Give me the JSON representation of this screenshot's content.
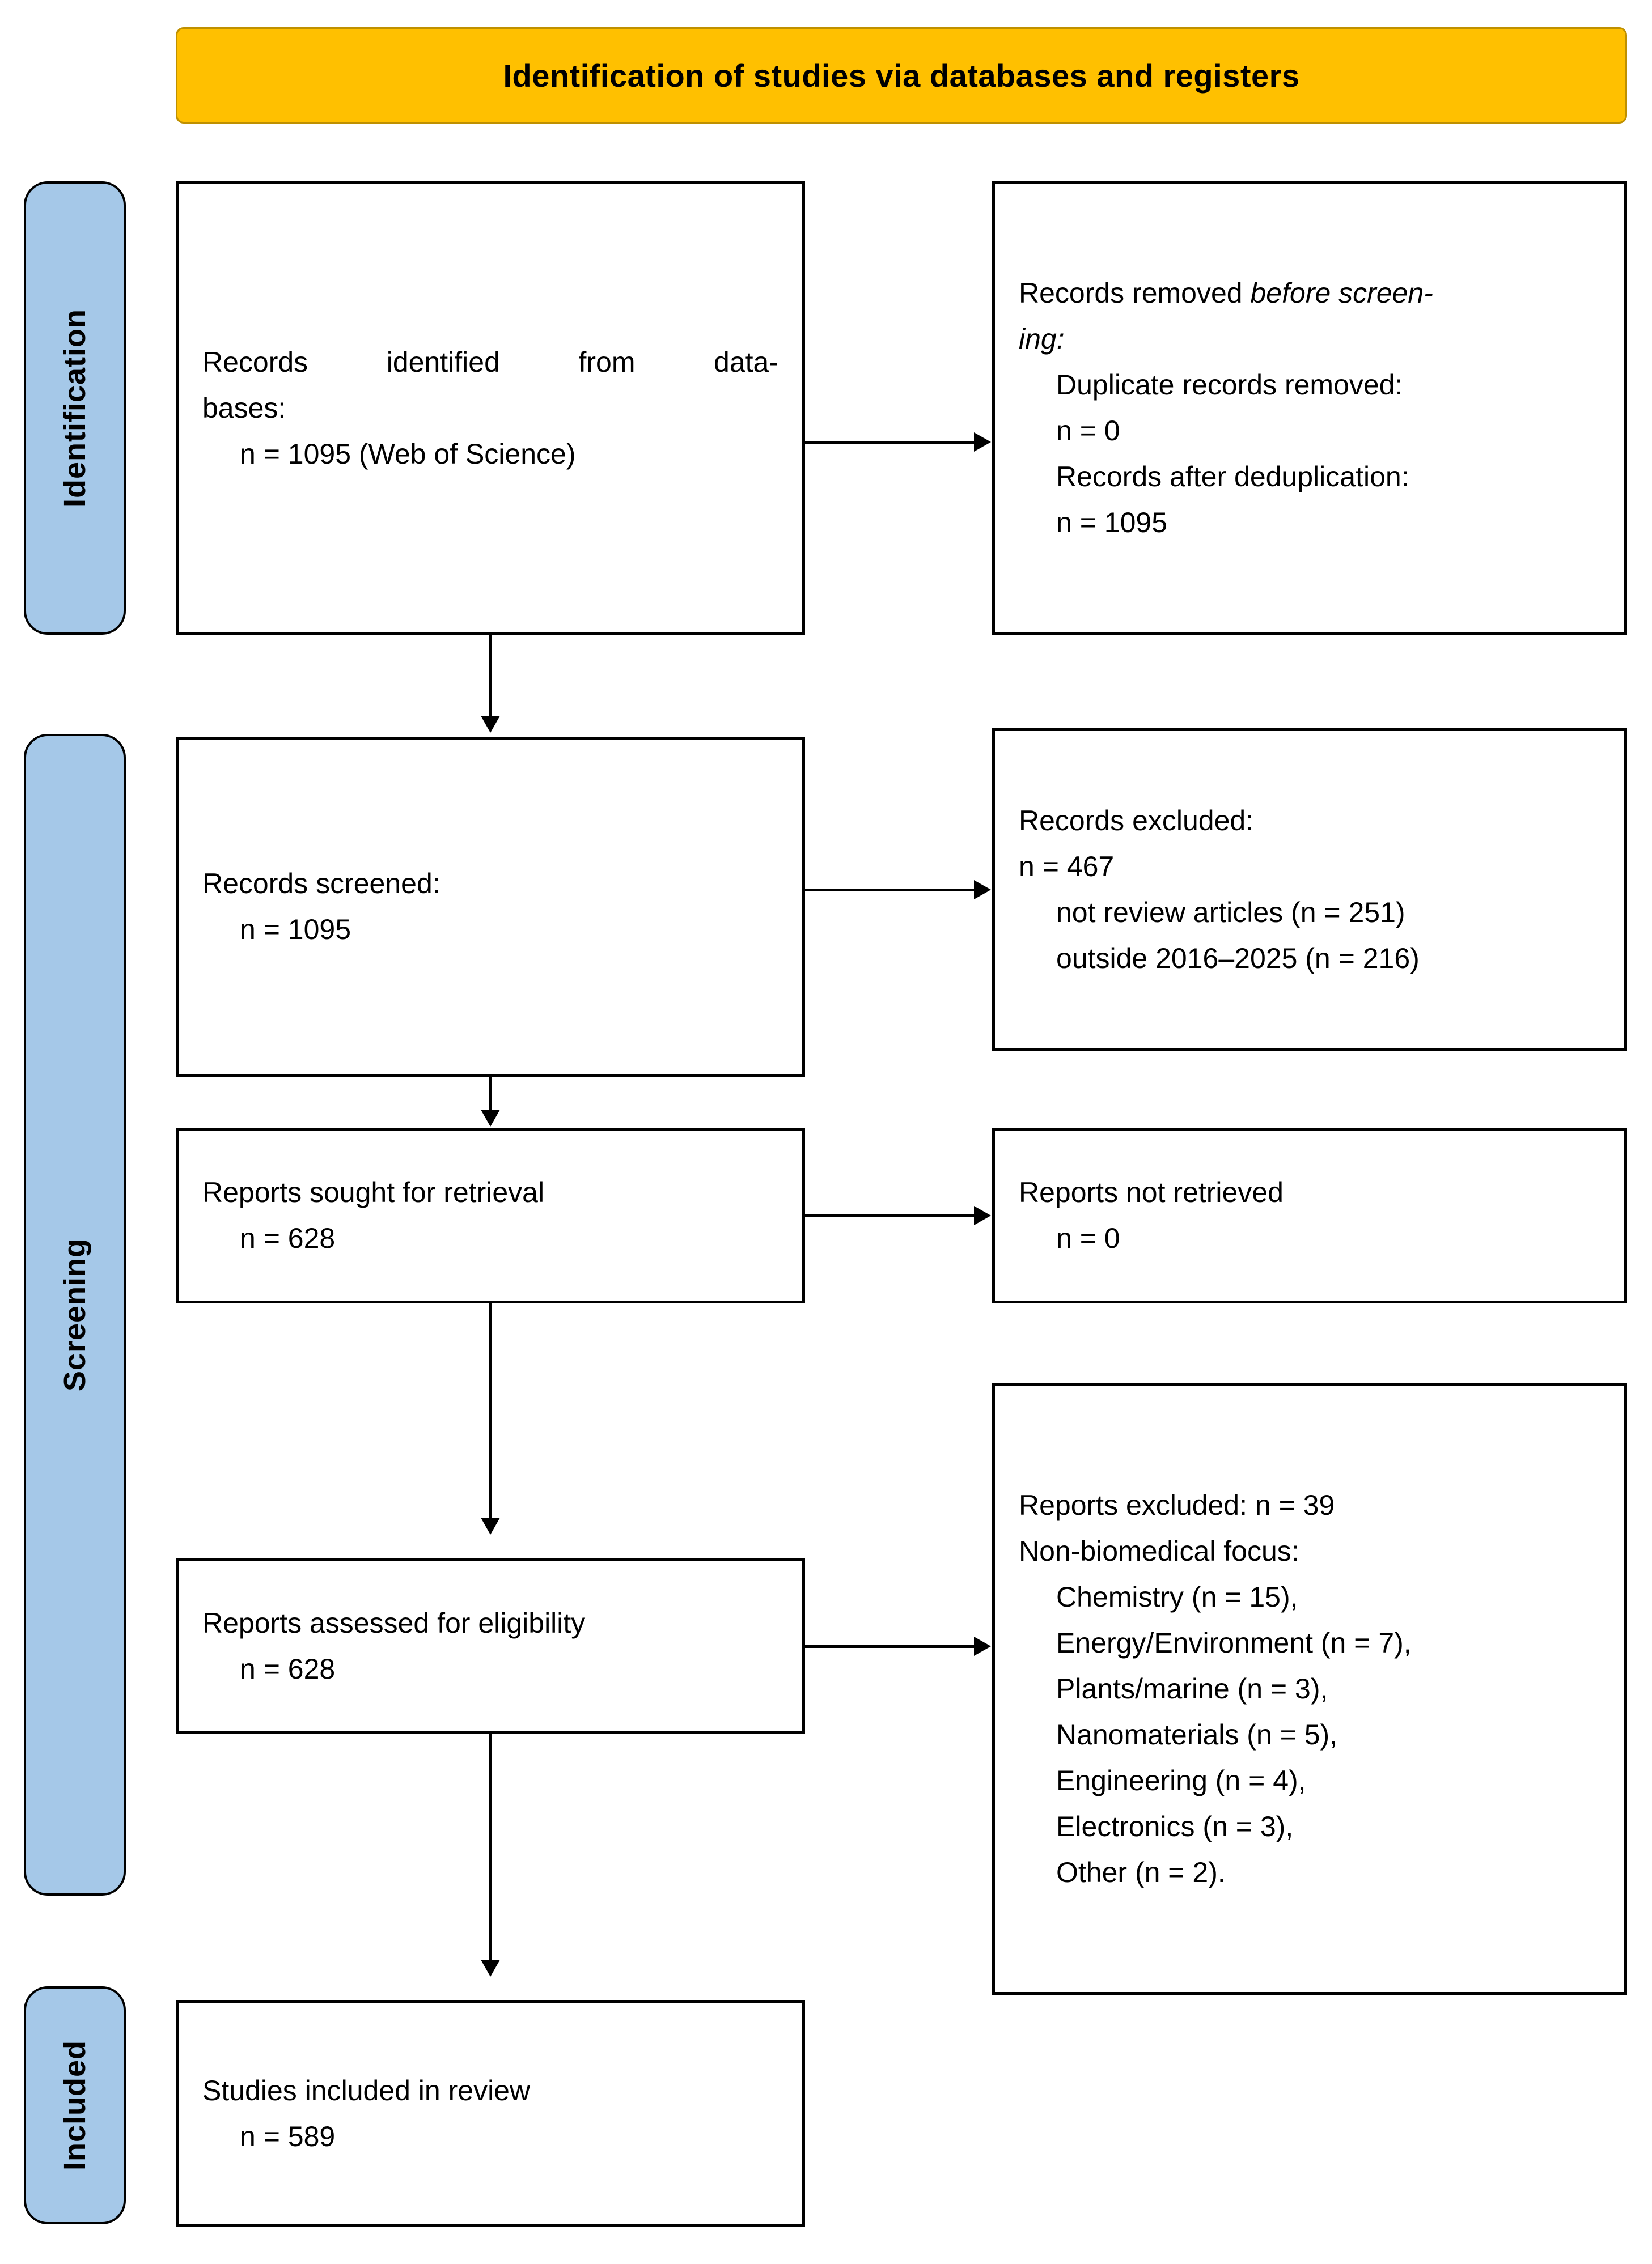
{
  "header": {
    "title": "Identification of studies via databases and registers",
    "banner_color": "#FFC000",
    "banner_border_color": "#BF9000"
  },
  "phases": {
    "pill_color": "#A5C8E8",
    "items": [
      {
        "id": "identification",
        "label": "Identification"
      },
      {
        "id": "screening",
        "label": "Screening"
      },
      {
        "id": "included",
        "label": "Included"
      }
    ]
  },
  "nodes": {
    "identified": {
      "line1": "Records  identified  from  data-",
      "line2": "bases:",
      "line3": "n = 1095 (Web of Science)"
    },
    "removed_before_screening": {
      "line1_a": "Records removed ",
      "line1_b": "before screen-",
      "line2": "ing:",
      "line3": "Duplicate records removed:",
      "line4": "n = 0",
      "line5": "Records after deduplication:",
      "line6": "n = 1095"
    },
    "records_screened": {
      "line1": "Records screened:",
      "line2": "n = 1095"
    },
    "records_excluded": {
      "line1": "Records excluded:",
      "line2": "n = 467",
      "line3": "not review articles (n = 251)",
      "line4": "outside 2016–2025 (n = 216)"
    },
    "reports_sought": {
      "line1": "Reports sought for retrieval",
      "line2": "n = 628"
    },
    "reports_not_retrieved": {
      "line1": "Reports not retrieved",
      "line2": "n = 0"
    },
    "reports_assessed": {
      "line1": "Reports assessed for eligibility",
      "line2": "n = 628"
    },
    "reports_excluded": {
      "line1": "Reports excluded: n = 39",
      "line2": "Non-biomedical focus:",
      "line3": "Chemistry (n = 15),",
      "line4": "Energy/Environment (n = 7),",
      "line5": "Plants/marine (n = 3),",
      "line6": "Nanomaterials (n = 5),",
      "line7": "Engineering (n = 4),",
      "line8": "Electronics (n = 3),",
      "line9": "Other (n = 2)."
    },
    "studies_included": {
      "line1": "Studies included in review",
      "line2": "n = 589"
    }
  },
  "flow_counts": {
    "records_identified": 1095,
    "duplicates_removed": 0,
    "records_after_deduplication": 1095,
    "records_screened": 1095,
    "records_excluded_total": 467,
    "records_excluded_not_review_articles": 251,
    "records_excluded_outside_date_range": 216,
    "date_range": "2016–2025",
    "reports_sought_for_retrieval": 628,
    "reports_not_retrieved": 0,
    "reports_assessed_for_eligibility": 628,
    "reports_excluded_total": 39,
    "reports_excluded_chemistry": 15,
    "reports_excluded_energy_environment": 7,
    "reports_excluded_plants_marine": 3,
    "reports_excluded_nanomaterials": 5,
    "reports_excluded_engineering": 4,
    "reports_excluded_electronics": 3,
    "reports_excluded_other": 2,
    "studies_included_in_review": 589,
    "database_source": "Web of Science"
  }
}
